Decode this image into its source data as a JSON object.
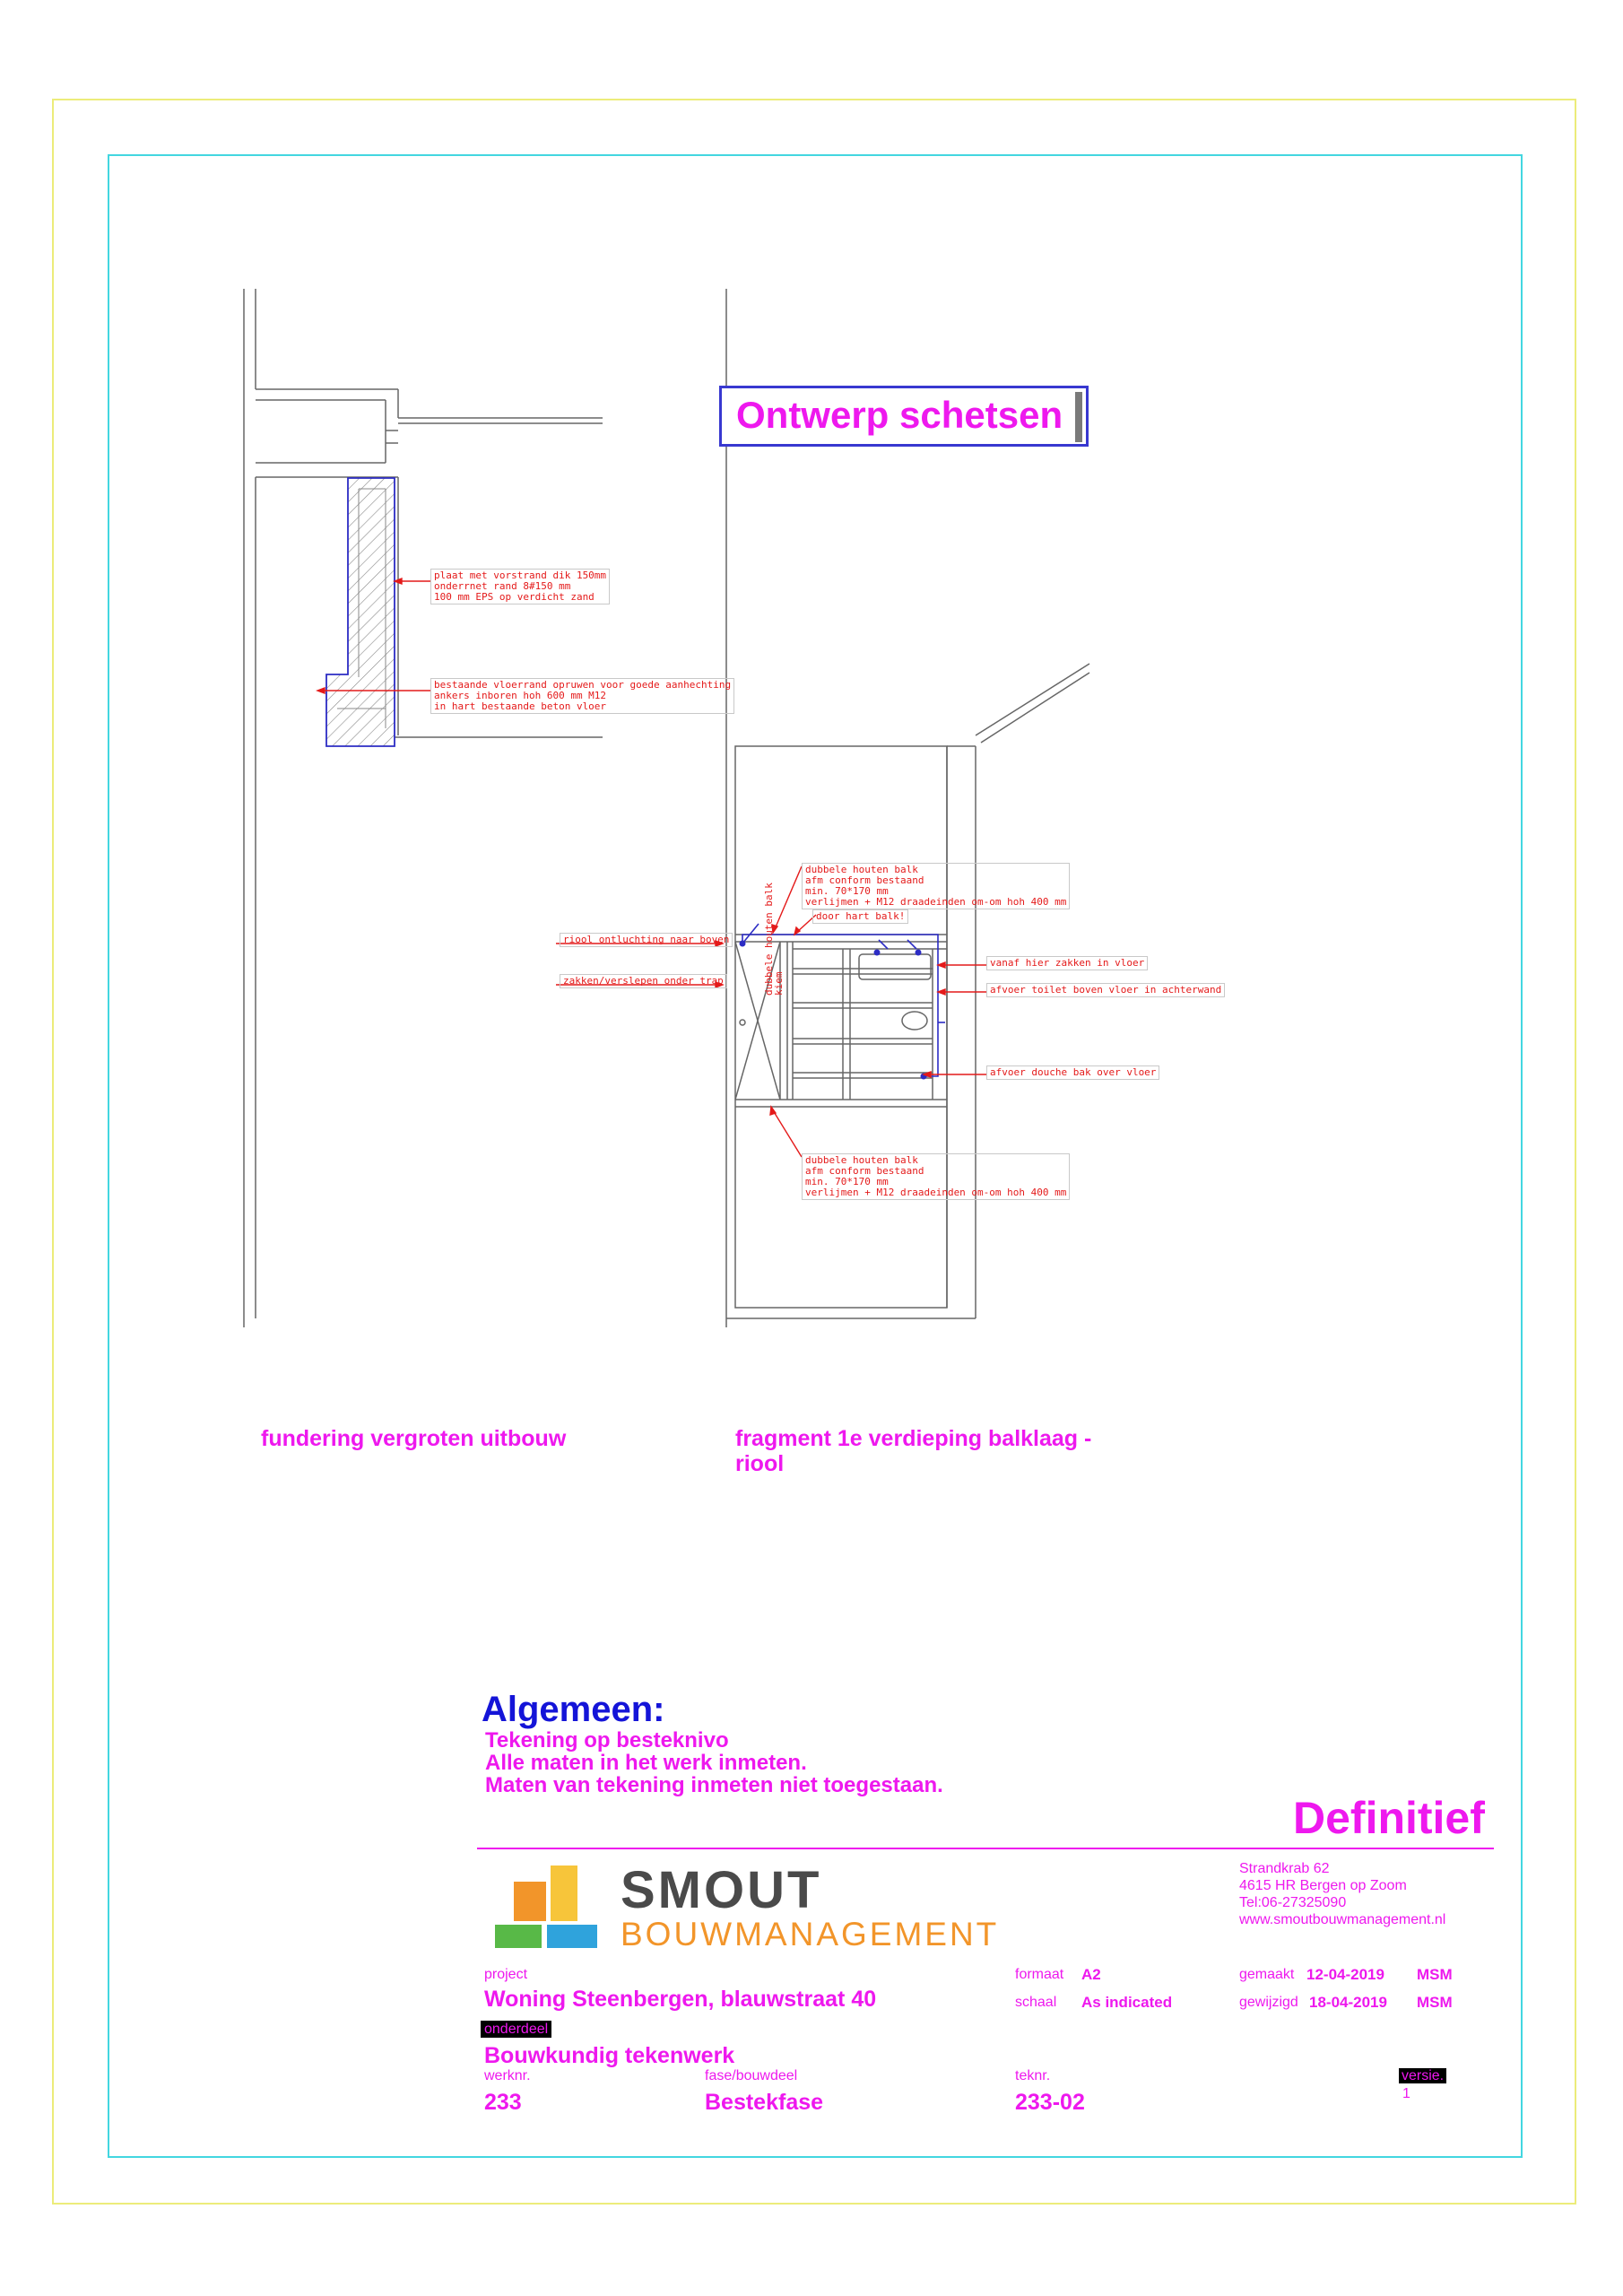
{
  "title": "Ontwerp schetsen",
  "captions": {
    "left": "fundering vergroten uitbouw",
    "right_line1": "fragment 1e verdieping balklaag -",
    "right_line2": "riool"
  },
  "notes": {
    "plaat": [
      "plaat met vorstrand dik 150mm",
      "onderrnet rand 8#150 mm",
      "100 mm EPS op verdicht zand"
    ],
    "vloerrand": [
      "bestaande vloerrand opruwen voor goede aanhechting",
      "ankers inboren hoh 600 mm M12",
      "in hart bestaande beton vloer"
    ],
    "balk_top": [
      "dubbele houten balk",
      "afm conform bestaand",
      "min. 70*170 mm",
      "verlijmen + M12 draadeinden om-om hoh 400 mm"
    ],
    "door_hart": "door hart balk!",
    "riool": "riool ontluchting naar boven",
    "zakken": "zakken/verslepen onder trap",
    "vanaf": "vanaf hier zakken in vloer",
    "afvoer_toilet": "afvoer toilet boven vloer in achterwand",
    "vertical_balk": [
      "dubbele houten balk",
      "kiem"
    ],
    "afvoer_douche": "afvoer douche bak over vloer",
    "balk_bottom": [
      "dubbele houten balk",
      "afm conform bestaand",
      "min. 70*170 mm",
      "verlijmen + M12 draadeinden om-om hoh 400 mm"
    ]
  },
  "general": {
    "heading": "Algemeen:",
    "lines": [
      "Tekening op besteknivo",
      "Alle maten in het werk inmeten.",
      "Maten van tekening inmeten niet toegestaan."
    ]
  },
  "status": "Definitief",
  "company": {
    "name": "SMOUT",
    "subtitle": "BOUWMANAGEMENT",
    "address": [
      "Strandkrab 62",
      "4615 HR Bergen op Zoom",
      "Tel:06-27325090",
      "www.smoutbouwmanagement.nl"
    ]
  },
  "titleblock": {
    "project_label": "project",
    "project": "Woning Steenbergen, blauwstraat 40",
    "formaat_label": "formaat",
    "formaat": "A2",
    "schaal_label": "schaal",
    "schaal": "As indicated",
    "gemaakt_label": "gemaakt",
    "gemaakt": "12-04-2019",
    "gemaakt_by": "MSM",
    "gewijzigd_label": "gewijzigd",
    "gewijzigd": "18-04-2019",
    "gewijzigd_by": "MSM",
    "onderdeel_label": "onderdeel",
    "onderdeel": "Bouwkundig tekenwerk",
    "werknr_label": "werknr.",
    "werknr": "233",
    "fase_label": "fase/bouwdeel",
    "fase": "Bestekfase",
    "teknr_label": "teknr.",
    "teknr": "233-02",
    "versie_label": "versie.",
    "versie": "1"
  }
}
